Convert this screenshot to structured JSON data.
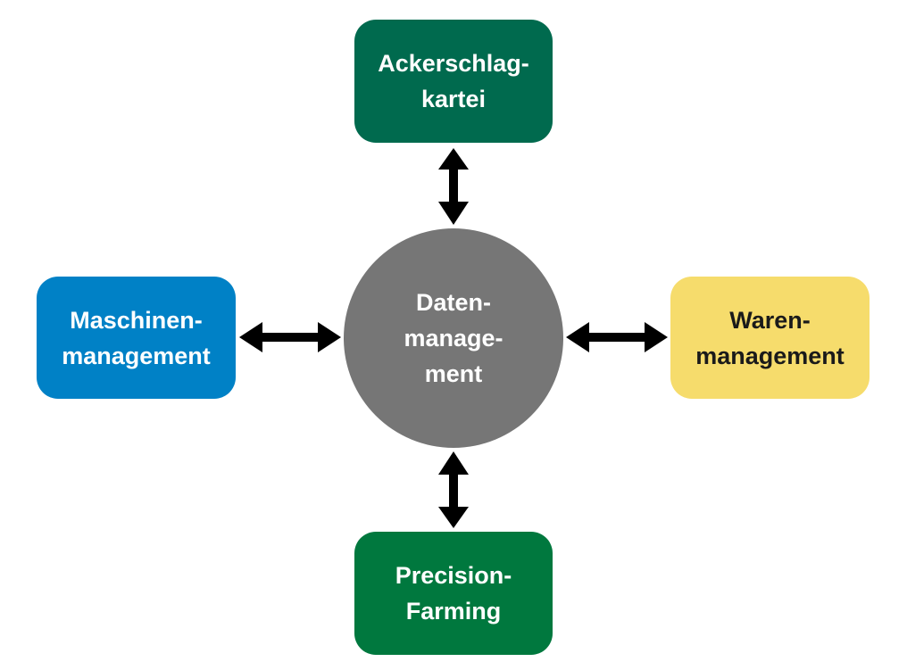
{
  "diagram": {
    "center": {
      "lines": [
        "Daten-",
        "manage-",
        "ment"
      ],
      "color": "#767676"
    },
    "top": {
      "lines": [
        "Ackerschlag-",
        "kartei"
      ],
      "color": "#006a4e"
    },
    "left": {
      "lines": [
        "Maschinen-",
        "management"
      ],
      "color": "#0081c6"
    },
    "right": {
      "lines": [
        "Waren-",
        "management"
      ],
      "color": "#f6dc6c"
    },
    "bottom": {
      "lines": [
        "Precision-",
        "Farming"
      ],
      "color": "#00783e"
    },
    "arrow_color": "#000000"
  }
}
